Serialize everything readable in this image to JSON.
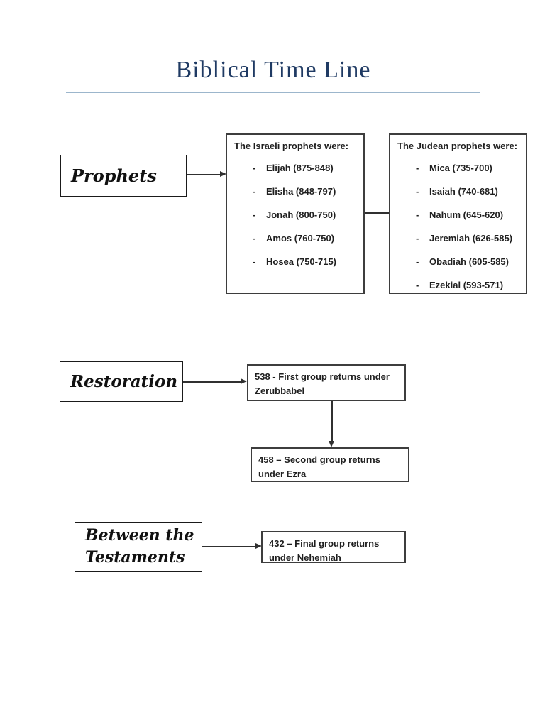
{
  "title": "Biblical Time Line",
  "bullet": "-",
  "prophets": {
    "label": "Prophets",
    "israeli": {
      "heading": "The Israeli prophets were:",
      "items": [
        "Elijah (875-848)",
        "Elisha (848-797)",
        "Jonah (800-750)",
        "Amos (760-750)",
        "Hosea (750-715)"
      ]
    },
    "judean": {
      "heading": "The Judean prophets were:",
      "items": [
        "Mica (735-700)",
        "Isaiah (740-681)",
        "Nahum (645-620)",
        "Jeremiah (626-585)",
        "Obadiah (605-585)",
        "Ezekial (593-571)"
      ]
    }
  },
  "restoration": {
    "label": "Restoration",
    "first_group_lines": [
      "538 - First group returns under",
      "Zerubbabel"
    ],
    "second_group_lines": [
      "458 – Second group returns",
      "under Ezra"
    ]
  },
  "between_testaments": {
    "label": "Between the Testaments",
    "final_group_lines": [
      "432 – Final group returns",
      "under Nehemiah"
    ]
  },
  "colors": {
    "title_text": "#1f3a63",
    "title_rule": "#9cb6cc",
    "label_box_border": "#1a1a1a",
    "list_box_border": "#3d3d3d",
    "arrow": "#303030",
    "body_text": "#1f1f1f"
  }
}
